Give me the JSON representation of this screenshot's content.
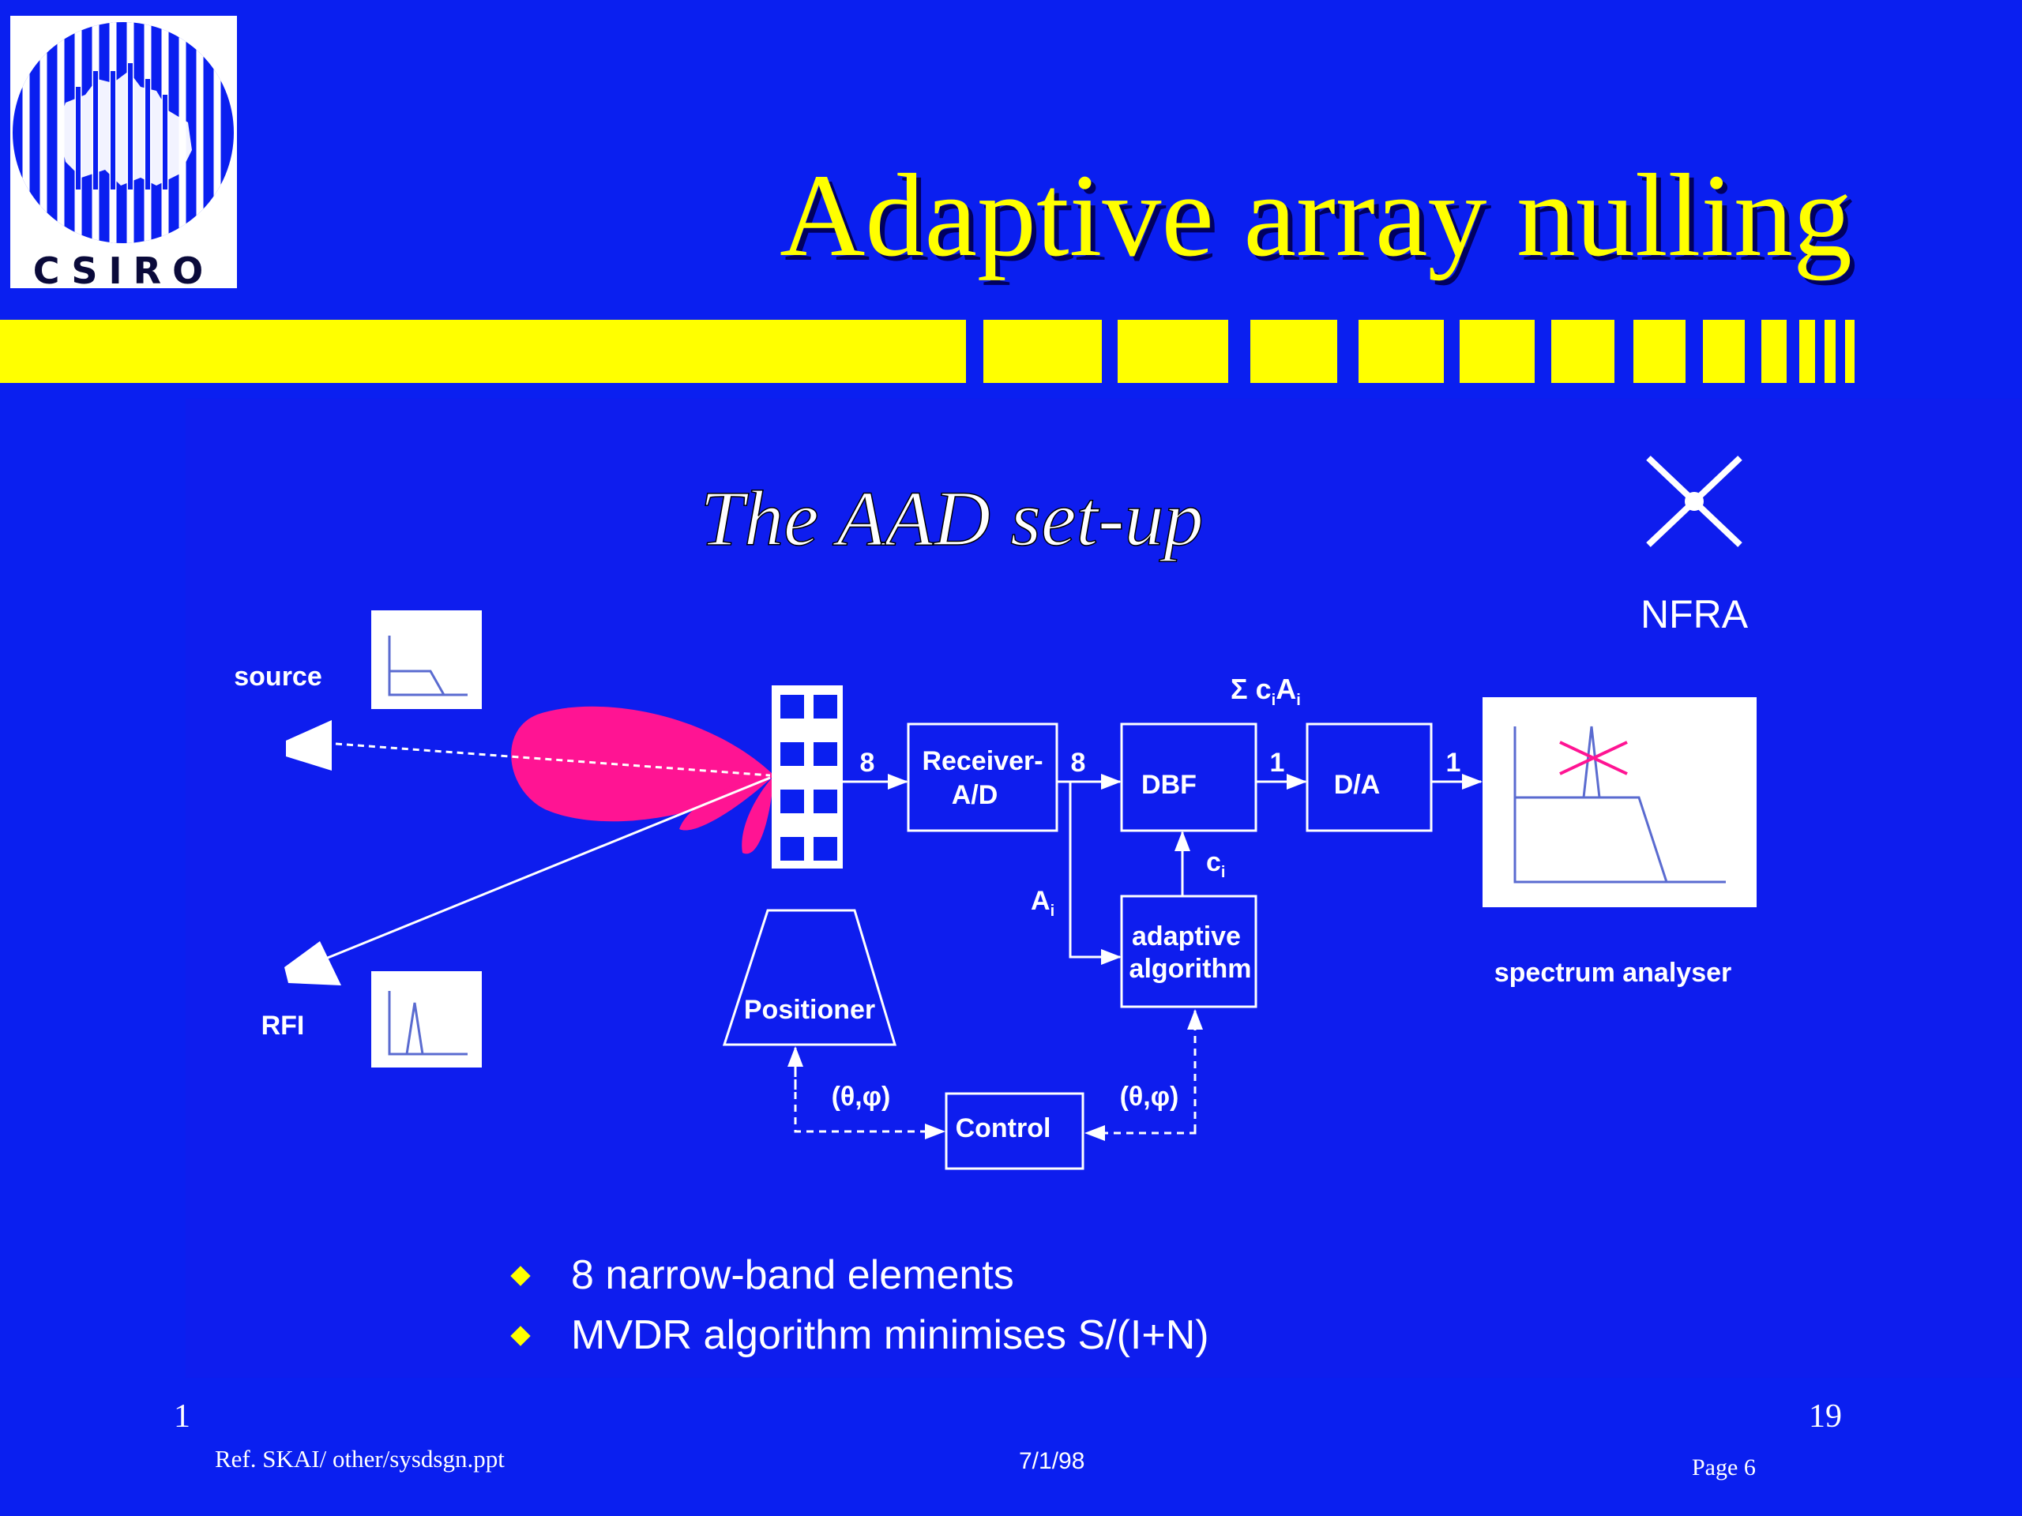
{
  "slide": {
    "title": "Adaptive array nulling",
    "logo_text": "CSIRO",
    "page_left": "1",
    "page_right": "19",
    "colors": {
      "background": "#0a1ff0",
      "accent": "#ffff00",
      "beam": "#ff1493"
    }
  },
  "diagram": {
    "heading": "The AAD set-up",
    "nfra_label": "NFRA",
    "source_label": "source",
    "rfi_label": "RFI",
    "receiver_label_line1": "Receiver-",
    "receiver_label_line2": "A/D",
    "dbf_label": "DBF",
    "da_label": "D/A",
    "adaptive_line1": "adaptive",
    "adaptive_line2": "algorithm",
    "positioner_label": "Positioner",
    "control_label": "Control",
    "spectrum_label": "spectrum analyser",
    "sum_label": "Σ c",
    "sum_sub_i": "i",
    "sum_A": "A",
    "count_8a": "8",
    "count_8b": "8",
    "count_1a": "1",
    "count_1b": "1",
    "ci_label": "c",
    "Ai_label": "A",
    "sub_i": "i",
    "theta_phi_left": "(θ,φ)",
    "theta_phi_right": "(θ,φ)"
  },
  "bullets": [
    "8 narrow-band elements",
    "MVDR algorithm minimises S/(I+N)"
  ],
  "footer": {
    "ref": "Ref. SKAI/ other/sysdsgn.ppt",
    "date": "7/1/98",
    "page": "Page 6"
  }
}
